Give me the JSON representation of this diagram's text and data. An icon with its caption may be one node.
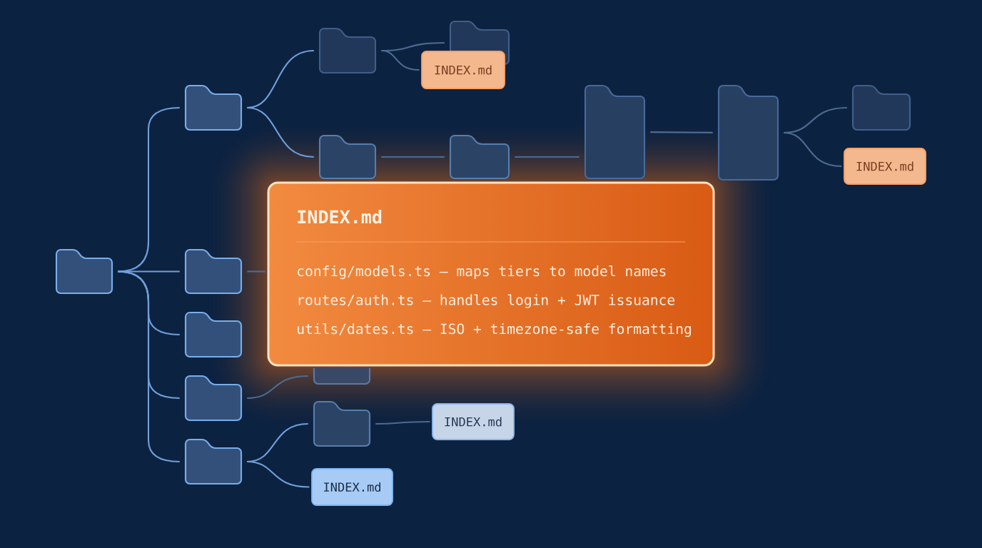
{
  "diagram": {
    "nodes": [
      {
        "text": [],
        "shape": "folder"
      },
      {
        "text": [],
        "shape": "folder"
      },
      {
        "text": [],
        "shape": "folder"
      },
      {
        "text": [],
        "shape": "folder"
      },
      {
        "text": [],
        "shape": "folder"
      },
      {
        "text": [],
        "shape": "folder"
      },
      {
        "text": [],
        "shape": "folder"
      },
      {
        "text": [],
        "shape": "folder"
      },
      {
        "text": [],
        "shape": "folder"
      },
      {
        "text": [
          "INDEX.md"
        ]
      },
      {
        "text": [],
        "shape": "folder"
      },
      {
        "text": [],
        "shape": "folder"
      },
      {
        "text": [],
        "shape": "folder"
      },
      {
        "text": [],
        "shape": "folder"
      },
      {
        "text": [
          "INDEX.md"
        ]
      },
      {
        "text": [
          "INDEX.md",
          "config/models.ts — maps tiers to model names",
          "routes/auth.ts — handles login + JWT issuance",
          "utils/dates.ts — ISO + timezone-safe formatting"
        ]
      },
      {
        "text": [],
        "shape": "folder"
      },
      {
        "text": [],
        "shape": "folder"
      },
      {
        "text": [
          "INDEX.md"
        ]
      },
      {
        "text": [
          "INDEX.md"
        ]
      }
    ],
    "edges": [
      {
        "from": 0,
        "to": 1,
        "arrow": "none",
        "color": "#6f9fd9"
      },
      {
        "from": 0,
        "to": 2,
        "arrow": "none",
        "color": "#6f9fd9"
      },
      {
        "from": 0,
        "to": 3,
        "arrow": "none",
        "color": "#6f9fd9"
      },
      {
        "from": 0,
        "to": 4,
        "arrow": "none",
        "color": "#6f9fd9"
      },
      {
        "from": 0,
        "to": 5,
        "arrow": "none",
        "color": "#6f9fd9"
      },
      {
        "from": 1,
        "to": 6,
        "arrow": "none",
        "color": "#6f9fd9"
      },
      {
        "from": 1,
        "to": 7,
        "arrow": "none",
        "color": "#6f9fd9"
      },
      {
        "from": 6,
        "to": 8,
        "arrow": "none"
      },
      {
        "from": 6,
        "to": 9,
        "arrow": "none"
      },
      {
        "from": 7,
        "to": 10,
        "arrow": "none"
      },
      {
        "from": 10,
        "to": 11,
        "arrow": "none"
      },
      {
        "from": 11,
        "to": 12,
        "arrow": "none"
      },
      {
        "from": 12,
        "to": 13,
        "arrow": "none"
      },
      {
        "from": 12,
        "to": 14,
        "arrow": "none"
      },
      {
        "from": 2,
        "to": 15,
        "arrow": "none"
      },
      {
        "from": 4,
        "to": 16,
        "arrow": "none"
      },
      {
        "from": 5,
        "to": 17,
        "arrow": "none",
        "color": "#6f9fd9"
      },
      {
        "from": 5,
        "to": 19,
        "arrow": "none",
        "color": "#6f9fd9"
      },
      {
        "from": 17,
        "to": 18,
        "arrow": "none"
      }
    ]
  }
}
